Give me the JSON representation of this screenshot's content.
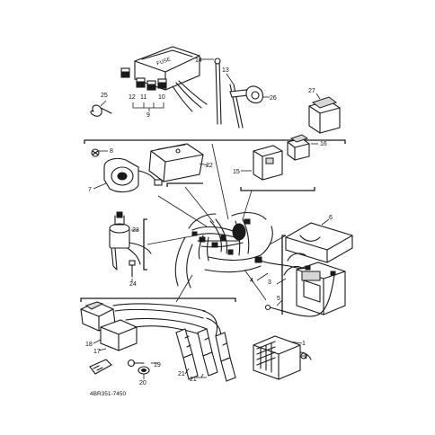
{
  "figure": {
    "code": "4BR351-7450",
    "fuse_label": "FUSE"
  },
  "callouts": [
    {
      "id": "1",
      "label": "1"
    },
    {
      "id": "2",
      "label": "2"
    },
    {
      "id": "3",
      "label": "3"
    },
    {
      "id": "4",
      "label": "4"
    },
    {
      "id": "5",
      "label": "5"
    },
    {
      "id": "6",
      "label": "6"
    },
    {
      "id": "7",
      "label": "7"
    },
    {
      "id": "8",
      "label": "8"
    },
    {
      "id": "9",
      "label": "9"
    },
    {
      "id": "10",
      "label": "10"
    },
    {
      "id": "11",
      "label": "11"
    },
    {
      "id": "12",
      "label": "12"
    },
    {
      "id": "13",
      "label": "13"
    },
    {
      "id": "14",
      "label": "14"
    },
    {
      "id": "15",
      "label": "15"
    },
    {
      "id": "16",
      "label": "16"
    },
    {
      "id": "17",
      "label": "17"
    },
    {
      "id": "18",
      "label": "18"
    },
    {
      "id": "19",
      "label": "19"
    },
    {
      "id": "20",
      "label": "20"
    },
    {
      "id": "21a",
      "label": "21"
    },
    {
      "id": "21b",
      "label": "21"
    },
    {
      "id": "22",
      "label": "22"
    },
    {
      "id": "23",
      "label": "23"
    },
    {
      "id": "24",
      "label": "24"
    },
    {
      "id": "25",
      "label": "25"
    },
    {
      "id": "26",
      "label": "26"
    },
    {
      "id": "27",
      "label": "27"
    }
  ]
}
